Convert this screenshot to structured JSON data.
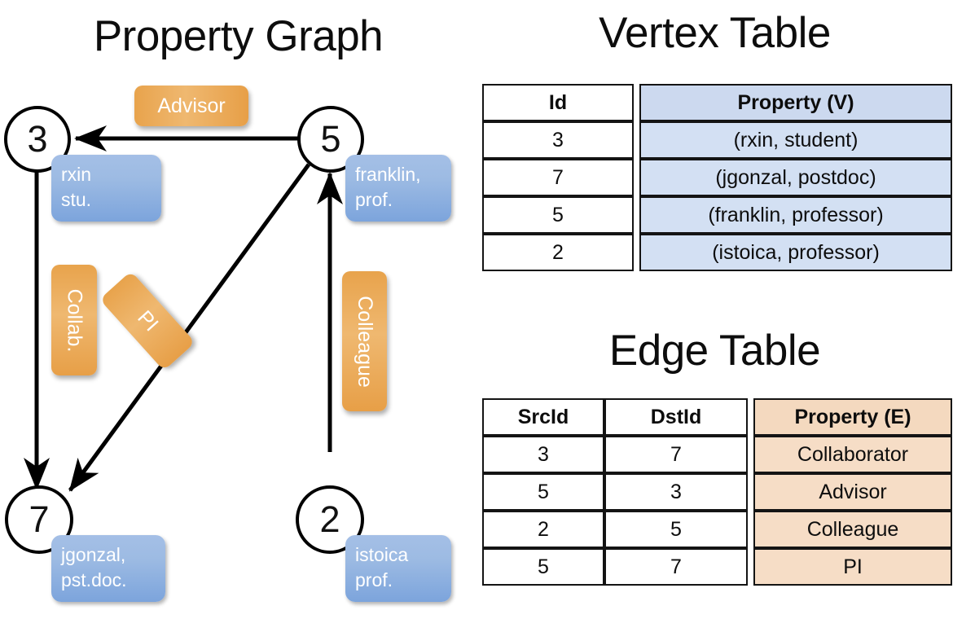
{
  "titles": {
    "property_graph": "Property Graph",
    "vertex_table": "Vertex Table",
    "edge_table": "Edge Table"
  },
  "graph": {
    "nodes": [
      {
        "id": "3",
        "label": "3",
        "name": "rxin",
        "role": "stu."
      },
      {
        "id": "5",
        "label": "5",
        "name": "franklin,",
        "role": "prof."
      },
      {
        "id": "7",
        "label": "7",
        "name": "jgonzal,",
        "role": "pst.doc."
      },
      {
        "id": "2",
        "label": "2",
        "name": "istoica",
        "role": "prof."
      }
    ],
    "edge_labels": {
      "advisor": "Advisor",
      "collab": "Collab.",
      "pi": "PI",
      "colleague": "Colleague"
    },
    "edges": [
      {
        "from": "5",
        "to": "3",
        "label": "Advisor"
      },
      {
        "from": "3",
        "to": "7",
        "label": "Collab."
      },
      {
        "from": "5",
        "to": "7",
        "label": "PI"
      },
      {
        "from": "2",
        "to": "5",
        "label": "Colleague"
      }
    ]
  },
  "vertex_table": {
    "headers": {
      "id": "Id",
      "property": "Property (V)"
    },
    "rows": [
      {
        "id": "3",
        "property": "(rxin, student)"
      },
      {
        "id": "7",
        "property": "(jgonzal, postdoc)"
      },
      {
        "id": "5",
        "property": "(franklin, professor)"
      },
      {
        "id": "2",
        "property": "(istoica, professor)"
      }
    ]
  },
  "edge_table": {
    "headers": {
      "src": "SrcId",
      "dst": "DstId",
      "property": "Property (E)"
    },
    "rows": [
      {
        "src": "3",
        "dst": "7",
        "property": "Collaborator"
      },
      {
        "src": "5",
        "dst": "3",
        "property": "Advisor"
      },
      {
        "src": "2",
        "dst": "5",
        "property": "Colleague"
      },
      {
        "src": "5",
        "dst": "7",
        "property": "PI"
      }
    ]
  },
  "colors": {
    "vertex_property_fill": "#d3e0f3",
    "vertex_header_fill": "#ccd9ef",
    "edge_property_fill": "#f6ddc6",
    "edge_header_fill": "#f4d9bf",
    "node_box_blue": "#7ca4dc",
    "edge_label_orange": "#e8a34c",
    "stroke": "#000000",
    "background": "#ffffff"
  }
}
